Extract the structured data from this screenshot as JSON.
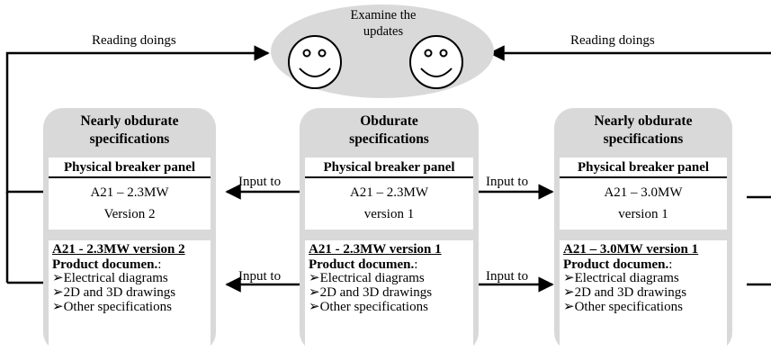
{
  "top": {
    "examine_line1": "Examine the",
    "examine_line2": "updates",
    "reading_left": "Reading doings",
    "reading_right": "Reading doings"
  },
  "groups": [
    {
      "title_line1": "Nearly obdurate",
      "title_line2": "specifications",
      "panel_head": "Physical breaker panel",
      "panel_model": "A21 – 2.3MW",
      "panel_version": "Version 2",
      "doc_title": "A21 - 2.3MW version 2",
      "doc_sub": "Product documen.",
      "doc_sub_suffix": ":",
      "doc_items": [
        "➢Electrical diagrams",
        "➢2D and 3D drawings",
        "➢Other specifications"
      ]
    },
    {
      "title_line1": "Obdurate",
      "title_line2": "specifications",
      "panel_head": "Physical breaker panel",
      "panel_model": "A21 – 2.3MW",
      "panel_version": "version 1",
      "doc_title": "A21 - 2.3MW version 1",
      "doc_sub": "Product documen.",
      "doc_sub_suffix": ":",
      "doc_items": [
        "➢Electrical diagrams",
        "➢2D and 3D drawings",
        "➢Other specifications"
      ]
    },
    {
      "title_line1": "Nearly obdurate",
      "title_line2": "specifications",
      "panel_head": "Physical breaker panel",
      "panel_model": "A21 – 3.0MW",
      "panel_version": "version 1",
      "doc_title": "A21 – 3.0MW version 1",
      "doc_sub": "Product documen.",
      "doc_sub_suffix": ":",
      "doc_items": [
        "➢Electrical diagrams",
        "➢2D and 3D drawings",
        "➢Other specifications"
      ]
    }
  ],
  "arrows": {
    "input_panel_left": "Input to",
    "input_panel_right": "Input to",
    "input_doc_left": "Input to",
    "input_doc_right": "Input to"
  }
}
